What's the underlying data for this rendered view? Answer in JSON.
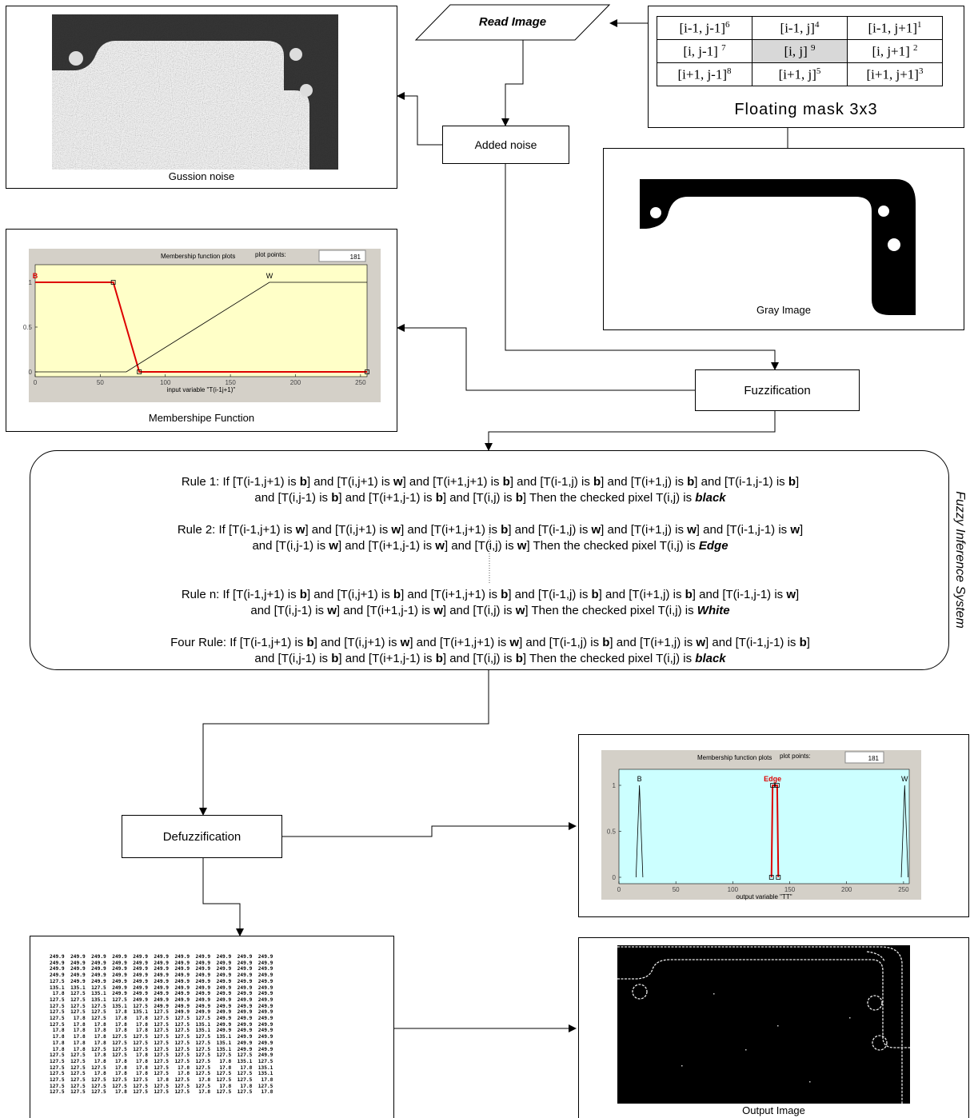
{
  "flow": {
    "read_image": "Read Image",
    "added_noise": "Added noise",
    "fuzzification": "Fuzzification",
    "defuzzification": "Defuzzification",
    "side_label": "Fuzzy Inference System"
  },
  "captions": {
    "noise": "Gussion noise",
    "gray": "Gray Image",
    "membership": "Membershipe Function",
    "output": "Output Image",
    "mask": "Floating mask 3x3"
  },
  "mask": {
    "cells": [
      [
        "[i-1, j-1]",
        "6",
        "[i-1, j]",
        "4",
        "[i-1, j+1]",
        "1"
      ],
      [
        "[i, j-1]",
        "7",
        "[i, j]",
        "9",
        "[i, j+1]",
        "2"
      ],
      [
        "[i+1, j-1]",
        "8",
        "[i+1, j]",
        "5",
        "[i+1, j+1]",
        "3"
      ]
    ]
  },
  "rules": [
    {
      "prefix": "Rule 1:  If ",
      "line1": [
        "[T(i-1,j+1) is ",
        "b",
        "] and [T(i,j+1) is ",
        "w",
        "] and [T(i+1,j+1) is ",
        "b",
        "] and [T(i-1,j) is ",
        "b",
        "] and [T(i+1,j) is ",
        "b",
        "] and [T(i-1,j-1) is ",
        "b",
        "]"
      ],
      "line2": [
        "and [T(i,j-1) is ",
        "b",
        "] and [T(i+1,j-1) is ",
        "b",
        "] and [T(i,j) is ",
        "b",
        "] Then the checked pixel T(i,j) is "
      ],
      "result": "black"
    },
    {
      "prefix": "Rule 2:  If ",
      "line1": [
        "[T(i-1,j+1) is ",
        "w",
        "] and [T(i,j+1) is ",
        "w",
        "] and [T(i+1,j+1) is ",
        "b",
        "] and [T(i-1,j) is ",
        "w",
        "] and [T(i+1,j) is ",
        "w",
        "] and [T(i-1,j-1) is ",
        "w",
        "]"
      ],
      "line2": [
        "and [T(i,j-1) is ",
        "w",
        "] and [T(i+1,j-1) is ",
        "w",
        "] and [T(i,j) is ",
        "w",
        "] Then the checked pixel T(i,j) is "
      ],
      "result": "Edge"
    },
    {
      "prefix": "Rule n:  If ",
      "line1": [
        "[T(i-1,j+1) is ",
        "b",
        "] and [T(i,j+1) is ",
        "b",
        "] and [T(i+1,j+1) is ",
        "b",
        "] and [T(i-1,j) is ",
        "b",
        "] and [T(i+1,j) is ",
        "b",
        "] and [T(i-1,j-1) is ",
        "w",
        "]"
      ],
      "line2": [
        "and [T(i,j-1) is ",
        "w",
        "] and [T(i+1,j-1) is ",
        "w",
        "] and [T(i,j) is ",
        "w",
        "] Then the checked pixel T(i,j) is "
      ],
      "result": "White"
    },
    {
      "prefix": "Four Rule: If ",
      "line1": [
        "[T(i-1,j+1) is ",
        "b",
        "] and [T(i,j+1) is ",
        "w",
        "] and [T(i+1,j+1) is ",
        "w",
        "] and [T(i-1,j) is ",
        "b",
        "] and [T(i+1,j) is ",
        "w",
        "] and [T(i-1,j-1) is ",
        "b",
        "]"
      ],
      "line2": [
        "and [T(i,j-1) is ",
        "b",
        "] and [T(i+1,j-1) is ",
        "b",
        "] and [T(i,j) is ",
        "b",
        "] Then the checked pixel T(i,j) is "
      ],
      "result": "black"
    }
  ],
  "input_plot": {
    "header": "Membership function plots",
    "plot_points_label": "plot points:",
    "plot_points_value": "181",
    "xlabel": "input variable \"T(i-1j+1)\"",
    "xticks": [
      "0",
      "50",
      "100",
      "150",
      "200",
      "250"
    ],
    "yticks": [
      "0",
      "0.5",
      "1"
    ],
    "xlim": [
      0,
      255
    ],
    "ylim": [
      0,
      1
    ],
    "mf": [
      {
        "name": "B",
        "x": [
          0,
          60,
          80,
          255
        ],
        "y": [
          1,
          1,
          0,
          0
        ],
        "color": "#dd0000",
        "highlight": true
      },
      {
        "name": "W",
        "x": [
          0,
          70,
          180,
          255
        ],
        "y": [
          0,
          0,
          1,
          1
        ],
        "color": "#000000",
        "highlight": false
      }
    ],
    "bg": "#ffffc8"
  },
  "output_plot": {
    "header": "Membership function plots",
    "plot_points_label": "plot points:",
    "plot_points_value": "181",
    "xlabel": "output variable \"TT\"",
    "xticks": [
      "0",
      "50",
      "100",
      "150",
      "200",
      "250"
    ],
    "yticks": [
      "0",
      "0.5",
      "1"
    ],
    "xlim": [
      0,
      255
    ],
    "ylim": [
      0,
      1
    ],
    "mf": [
      {
        "name": "B",
        "x": [
          15,
          18,
          21
        ],
        "y": [
          0,
          1,
          0
        ],
        "color": "#000000",
        "highlight": false
      },
      {
        "name": "Edge",
        "x": [
          134,
          135,
          139,
          140
        ],
        "y": [
          0,
          1,
          1,
          0
        ],
        "color": "#dd0000",
        "highlight": true
      },
      {
        "name": "W",
        "x": [
          248,
          251,
          254
        ],
        "y": [
          0,
          1,
          0
        ],
        "color": "#000000",
        "highlight": false
      }
    ],
    "bg": "#ccffff"
  },
  "matrix_rows": [
    "249.9  249.9  249.9  249.9  249.9  249.9  249.9  249.9  249.9  249.9  249.9",
    "249.9  249.9  249.9  249.9  249.9  249.9  249.9  249.9  249.9  249.9  249.9",
    "249.9  249.9  249.9  249.9  249.9  249.9  249.9  249.9  249.9  249.9  249.9",
    "249.9  249.9  249.9  249.9  249.9  249.9  249.9  249.9  249.9  249.9  249.9",
    "127.5  249.9  249.9  249.9  249.9  249.9  249.9  249.9  249.9  249.9  249.9",
    "135.1  135.1  127.5  249.9  249.9  249.9  249.9  249.9  249.9  249.9  249.9",
    " 17.8  127.5  135.1  249.9  249.9  249.9  249.9  249.9  249.9  249.9  249.9",
    "127.5  127.5  135.1  127.5  249.9  249.9  249.9  249.9  249.9  249.9  249.9",
    "127.5  127.5  127.5  135.1  127.5  249.9  249.9  249.9  249.9  249.9  249.9",
    "127.5  127.5  127.5   17.8  135.1  127.5  249.9  249.9  249.9  249.9  249.9",
    "127.5   17.8  127.5   17.8   17.8  127.5  127.5  127.5  249.9  249.9  249.9",
    "127.5   17.8   17.8   17.8   17.8  127.5  127.5  135.1  249.9  249.9  249.9",
    " 17.8   17.8   17.8   17.8   17.8  127.5  127.5  135.1  249.9  249.9  249.9",
    " 17.8   17.8   17.8  127.5  127.5  127.5  127.5  127.5  135.1  249.9  249.9",
    " 17.8   17.8   17.8  127.5  127.5  127.5  127.5  127.5  135.1  249.9  249.9",
    " 17.8   17.8  127.5  127.5  127.5  127.5  127.5  127.5  135.1  249.9  249.9",
    "127.5  127.5   17.8  127.5   17.8  127.5  127.5  127.5  127.5  127.5  249.9",
    "127.5  127.5   17.8   17.8   17.8  127.5  127.5  127.5   17.8  135.1  127.5",
    "127.5  127.5  127.5   17.8   17.8  127.5   17.8  127.5   17.8   17.8  135.1",
    "127.5  127.5   17.8   17.8   17.8  127.5   17.8  127.5  127.5  127.5  135.1",
    "127.5  127.5  127.5  127.5  127.5   17.8  127.5   17.8  127.5  127.5   17.8",
    "127.5  127.5  127.5  127.5  127.5  127.5  127.5  127.5   17.8   17.8  127.5",
    "127.5  127.5  127.5   17.8  127.5  127.5  127.5   17.8  127.5  127.5   17.8"
  ]
}
